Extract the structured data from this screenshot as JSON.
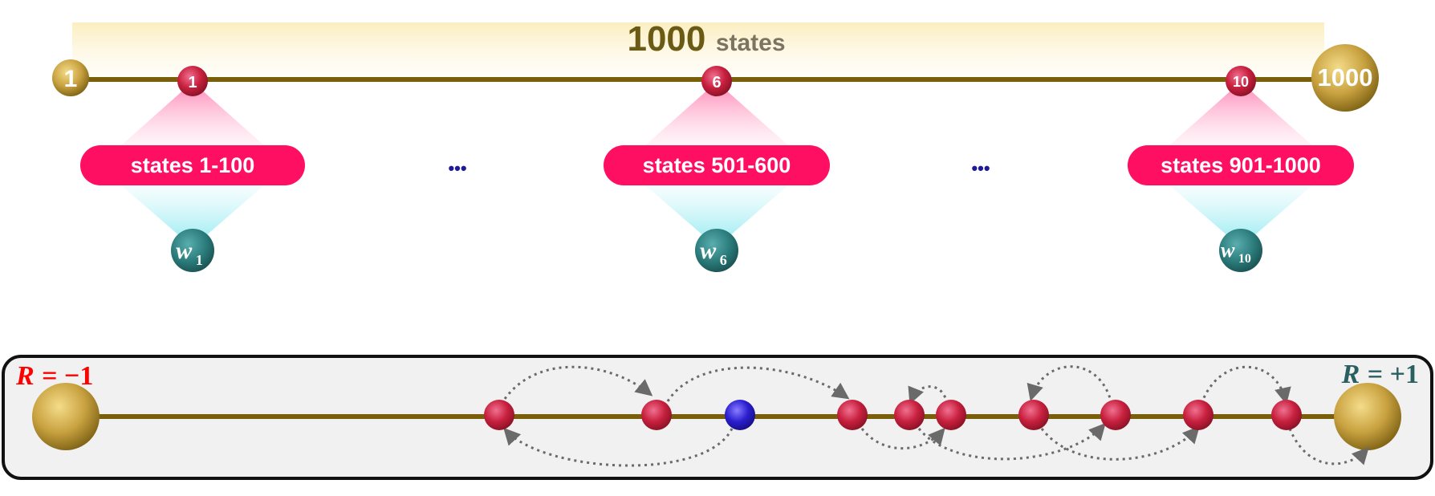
{
  "top": {
    "title_number": "1000",
    "title_suffix": "states",
    "left_endpoint": "1",
    "right_endpoint": "1000",
    "groups": [
      {
        "node_label": "1",
        "range_label": "states 1-100",
        "weight_base": "w",
        "weight_sub": "1"
      },
      {
        "node_label": "6",
        "range_label": "states 501-600",
        "weight_base": "w",
        "weight_sub": "6"
      },
      {
        "node_label": "10",
        "range_label": "states 901-1000",
        "weight_base": "w",
        "weight_sub": "10"
      }
    ],
    "ellipsis": "•••"
  },
  "bottom": {
    "left_reward": {
      "var": "R",
      "eq": " = ",
      "value": "−1"
    },
    "right_reward": {
      "var": "R",
      "eq": " = ",
      "value": "+1"
    }
  },
  "colors": {
    "line": "#7a5f0a",
    "title": "#6b5a14",
    "pill": "#ff0f62",
    "node_red": "#c81e3c",
    "node_teal": "#2b7b7b",
    "agent_blue": "#2a1fd0",
    "reward_left": "#ff0000",
    "reward_right": "#2a5f5f"
  }
}
